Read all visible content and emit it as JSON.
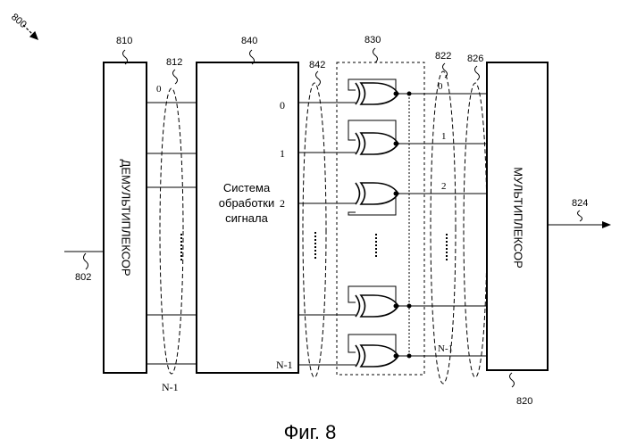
{
  "figure_ref": "800",
  "caption": "Фиг. 8",
  "blocks": {
    "demux": {
      "ref": "810",
      "label": "ДЕМУЛЬТИПЛЕКСОР"
    },
    "processor": {
      "ref": "840",
      "label_lines": [
        "Система",
        "обработки",
        "сигнала"
      ]
    },
    "xor_group": {
      "ref": "830"
    },
    "mux": {
      "ref": "820",
      "label": "МУЛЬТИПЛЕКСОР"
    }
  },
  "buses": {
    "b812": {
      "ref": "812",
      "top": "0",
      "bottom": "N-1"
    },
    "b842": {
      "ref": "842"
    },
    "b822": {
      "ref": "822",
      "top": "0",
      "bottom": "N-1"
    },
    "b826": {
      "ref": "826"
    }
  },
  "lines": {
    "input": {
      "ref": "802"
    },
    "output": {
      "ref": "824"
    }
  },
  "channel_labels": {
    "proc_out": [
      "0",
      "1",
      "2",
      "N-1"
    ],
    "mux_in": [
      "0",
      "1",
      "2",
      "N-1"
    ]
  }
}
